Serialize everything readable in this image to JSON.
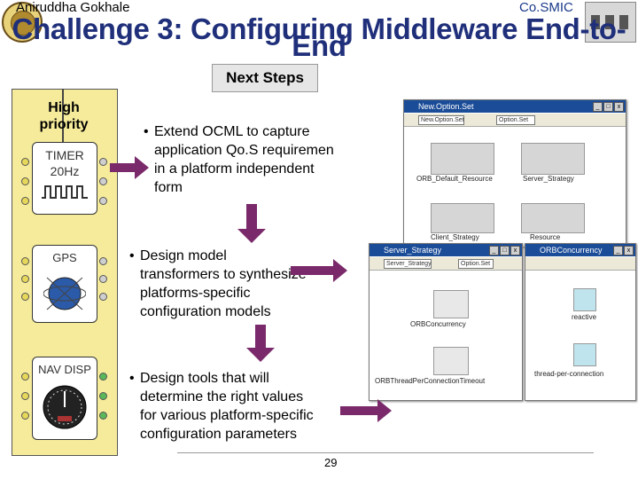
{
  "header": {
    "author": "Aniruddha Gokhale",
    "org": "Co.SMIC",
    "title_line1": "Challenge 3: Configuring Middleware End-to-",
    "title_line2": "End",
    "section": "Next Steps"
  },
  "priority": {
    "label_line1": "High",
    "label_line2": "priority"
  },
  "components": [
    {
      "label": "TIMER",
      "sublabel": "20Hz"
    },
    {
      "label": "GPS"
    },
    {
      "label": "NAV DISP"
    }
  ],
  "bullets": [
    {
      "line1": "Extend OCML to capture",
      "line2": "application Qo.S requiremen",
      "line3": "in a platform independent",
      "line4": "form"
    },
    {
      "line1": "Design model",
      "line2": "transformers to synthesize",
      "line3": "platforms-specific",
      "line4": "configuration models"
    },
    {
      "line1": "Design tools that will",
      "line2": "determine the right values",
      "line3": "for various platform-specific",
      "line4": "configuration parameters"
    }
  ],
  "windows": {
    "option_set": {
      "title": "New.Option.Set",
      "fields": [
        "New.Option.Set",
        "Option.Set"
      ],
      "elements": [
        "ORB_Default_Resource",
        "Server_Strategy",
        "Client_Strategy",
        "Resource"
      ]
    },
    "server_strategy": {
      "title": "Server_Strategy",
      "fields": [
        "Server_Strategy",
        "Option.Set"
      ],
      "elements": [
        "ORBConcurrency",
        "ORBThreadPerConnectionTimeout"
      ]
    },
    "orb_concurrency": {
      "title": "ORBConcurrency",
      "elements": [
        "reactive",
        "thread-per-connection"
      ]
    }
  },
  "page_number": "29",
  "colors": {
    "title": "#1f2f7a",
    "arrow": "#7a2a6a",
    "panel": "#f5eb9b",
    "window_title": "#1b4c98"
  }
}
